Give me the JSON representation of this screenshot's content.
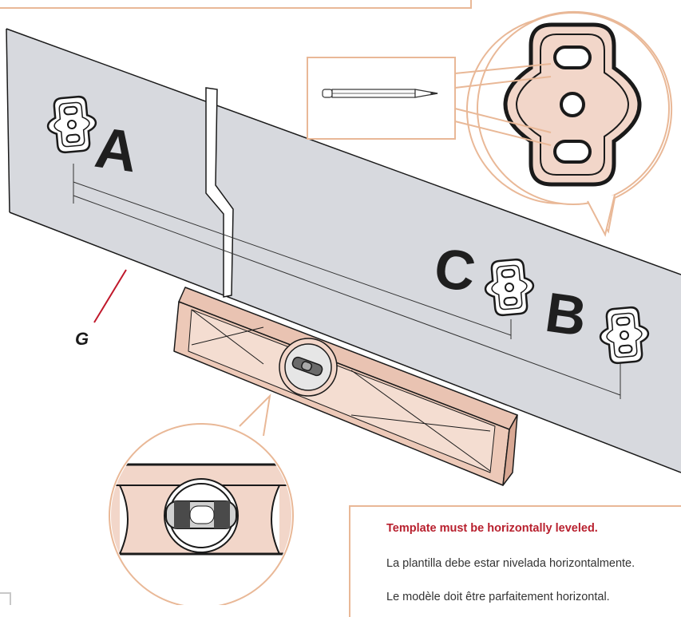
{
  "labels": {
    "a": "A",
    "b": "B",
    "c": "C",
    "g": "G"
  },
  "instructions": {
    "en": "Template must be horizontally leveled.",
    "es": "La plantilla debe estar nivelada horizontalmente.",
    "fr": "Le modèle doit être parfaitement horizontal."
  },
  "colors": {
    "wall": "#d7d9de",
    "level_fill": "#f2d6c9",
    "accent_line": "#e9b897",
    "note_title": "#b8202e",
    "g_pointer": "#c0182b"
  },
  "icons": [
    "wall-plate-icon",
    "pencil-icon",
    "spirit-level-icon",
    "bubble-vial-icon"
  ]
}
